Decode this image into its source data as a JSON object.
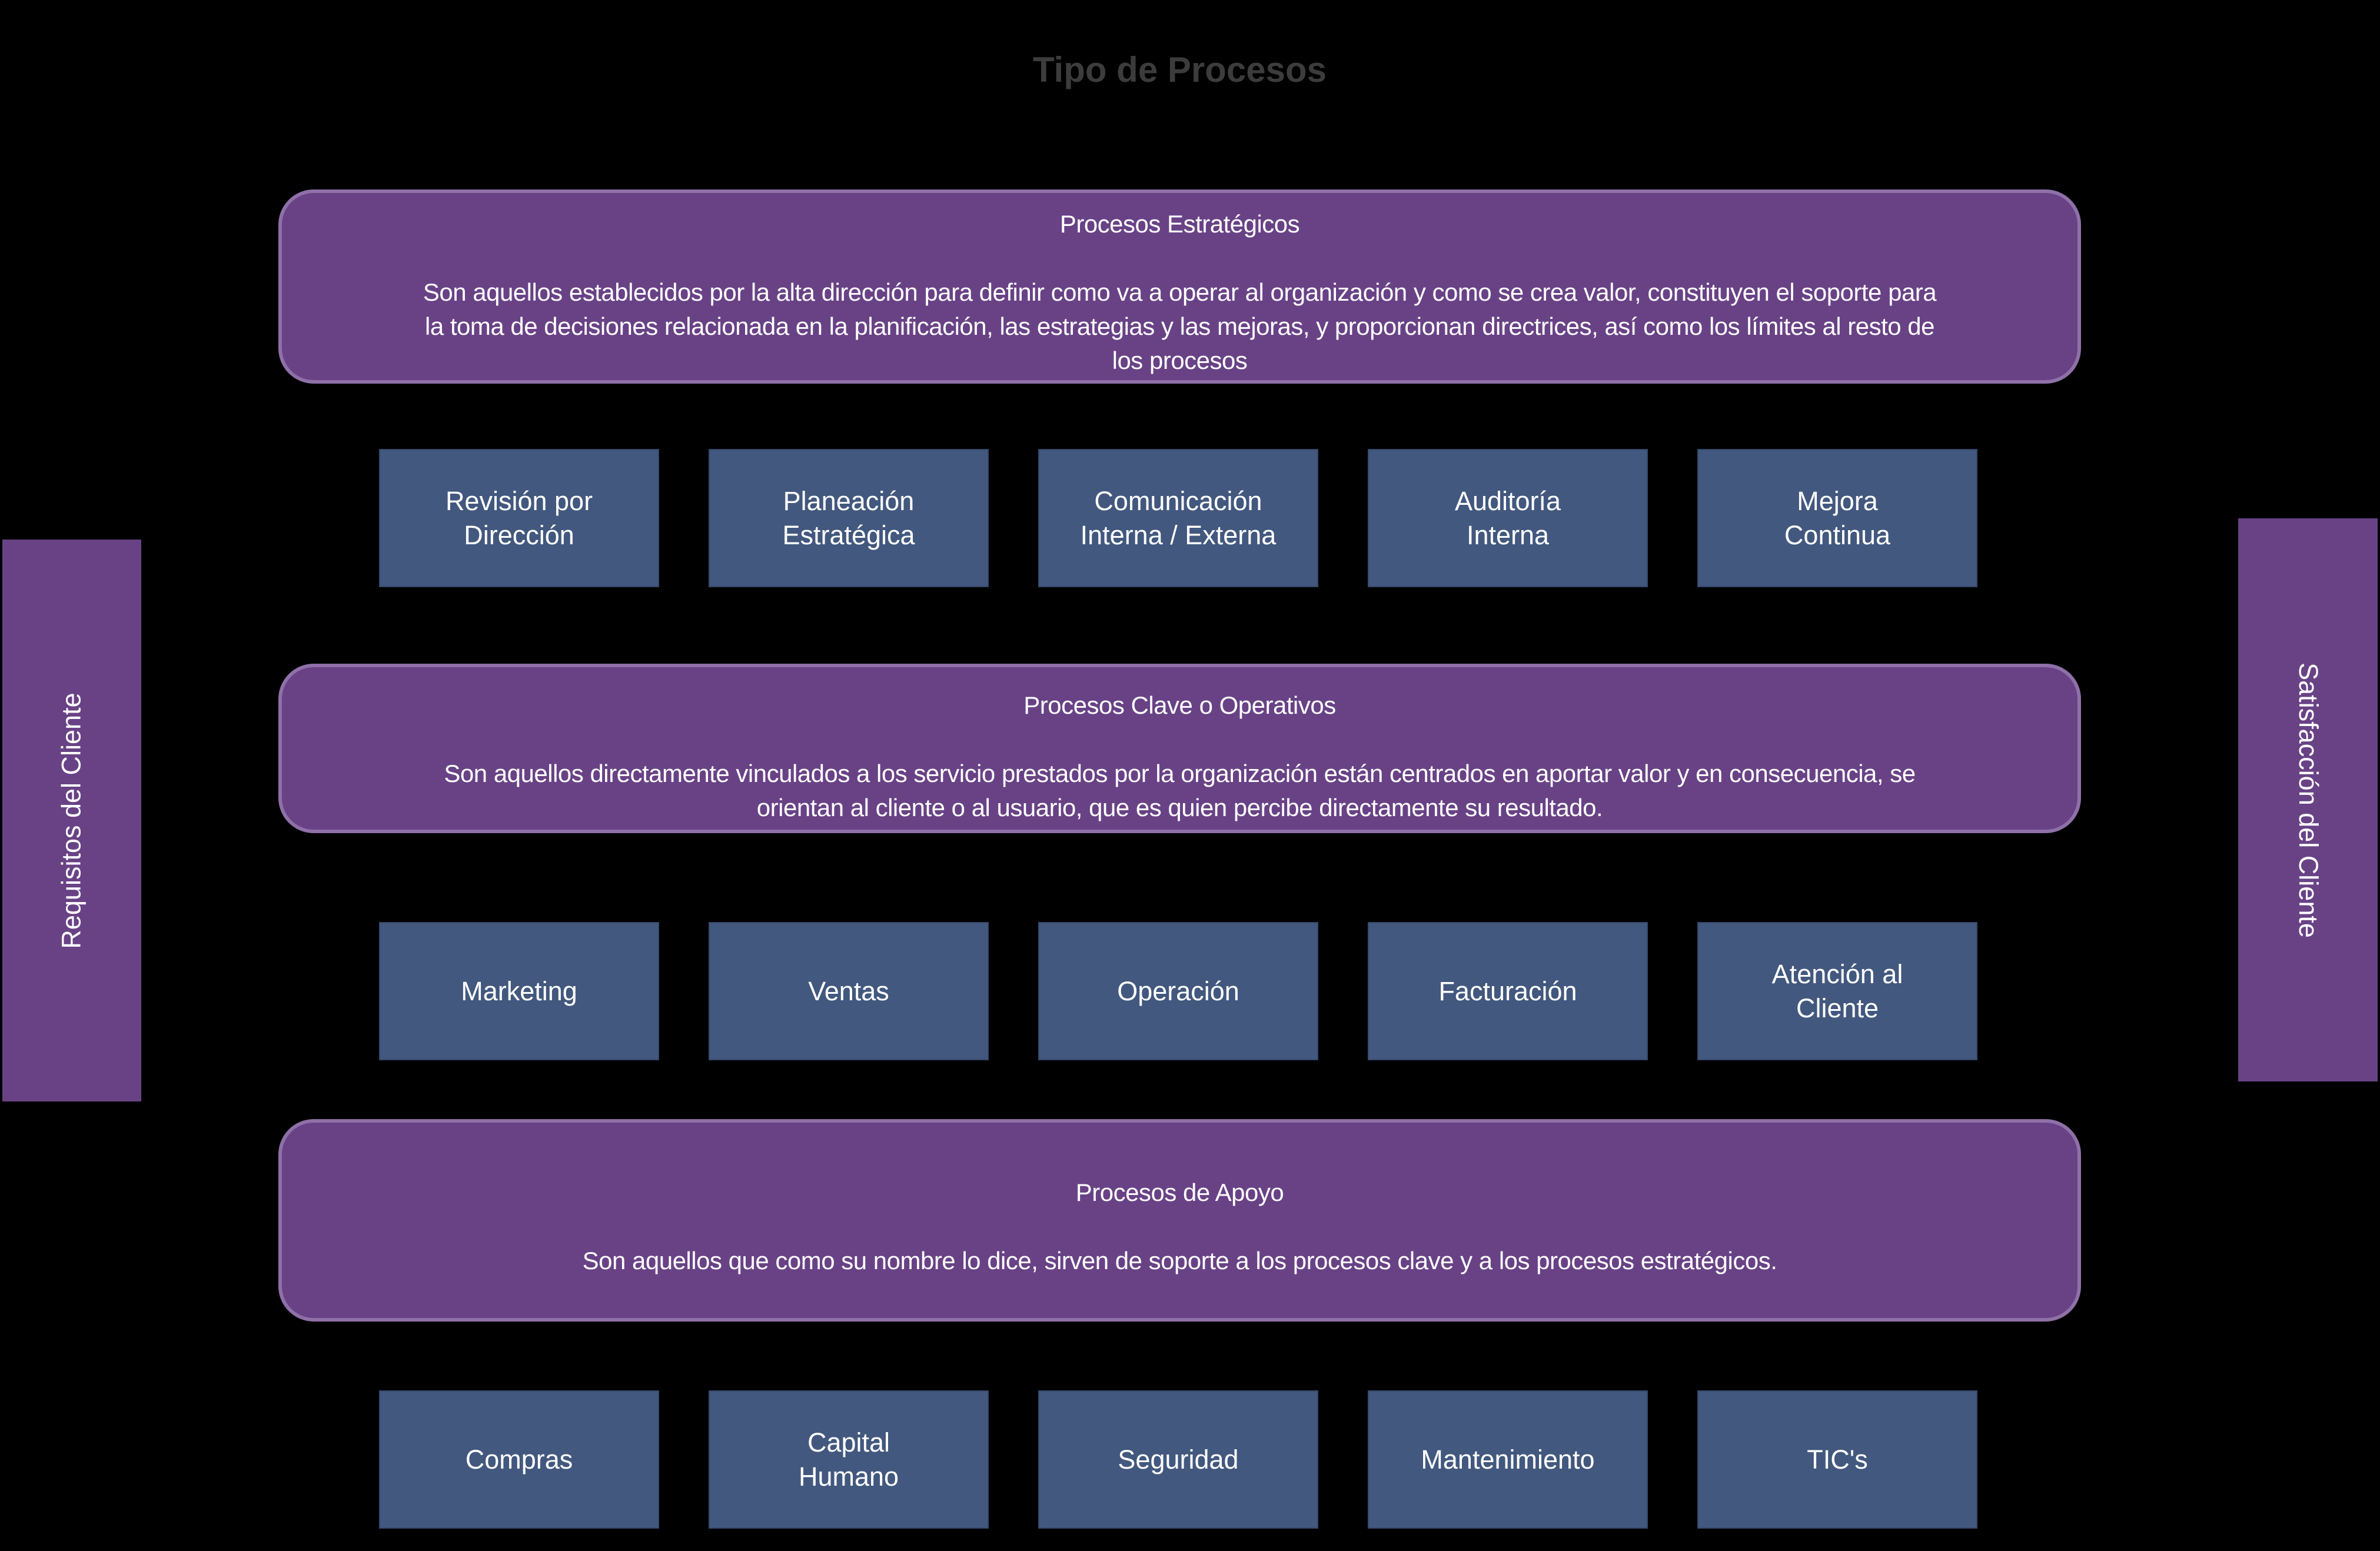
{
  "title": "Tipo de Procesos",
  "colors": {
    "background": "#000000",
    "title-gray": "#3C3C3C",
    "purple": "#694286",
    "purple-border": "#8F70A8",
    "blue": "#42587E",
    "blue-border": "#35496B",
    "text-white": "#FFFFFF"
  },
  "side_bars": {
    "left": "Requisitos del Cliente",
    "right": "Satisfacción del Cliente"
  },
  "sections": [
    {
      "title": "Procesos Estratégicos",
      "description": "Son aquellos establecidos por la alta dirección para definir como va a operar al organización y como se crea valor, constituyen el soporte para\nla toma de decisiones relacionada en la planificación, las estrategias y las mejoras, y proporcionan directrices, así como los límites al resto de\nlos procesos",
      "children": [
        "Revisión por\nDirección",
        "Planeación\nEstratégica",
        "Comunicación\nInterna / Externa",
        "Auditoría\nInterna",
        "Mejora\nContinua"
      ]
    },
    {
      "title": "Procesos Clave o Operativos",
      "description": "Son aquellos directamente vinculados a los servicio prestados por la organización están centrados en aportar valor y en consecuencia, se\norientan al cliente o al usuario, que es quien percibe directamente su resultado.",
      "children": [
        "Marketing",
        "Ventas",
        "Operación",
        "Facturación",
        "Atención al\nCliente"
      ]
    },
    {
      "title": "Procesos de Apoyo",
      "description": "Son aquellos que como su nombre lo dice, sirven de soporte a los procesos clave y a los procesos estratégicos.",
      "children": [
        "Compras",
        "Capital\nHumano",
        "Seguridad",
        "Mantenimiento",
        "TIC's"
      ]
    }
  ]
}
